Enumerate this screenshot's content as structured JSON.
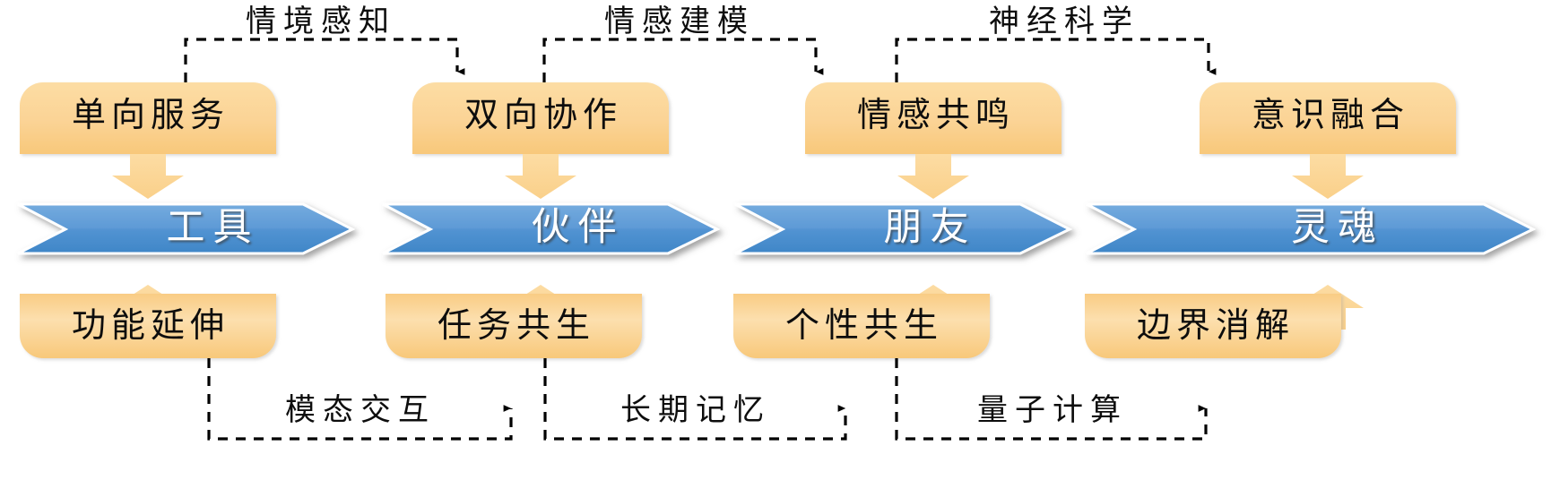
{
  "diagram": {
    "type": "stage-progression-flow",
    "background_color": "#ffffff",
    "palette": {
      "box_fill_light": "#fbd89a",
      "box_fill_dark": "#f8c97a",
      "arrow_fill": "#fbd28a",
      "chevron_top": "#6fa8dc",
      "chevron_bottom": "#3d85c8",
      "chevron_edge": "#ffffff",
      "connector_line": "#000000",
      "label_text": "#0d0d0d",
      "chevron_text": "#ffffff"
    },
    "stages": [
      {
        "id": "stage-1",
        "top_box_label": "单向服务",
        "chevron_label": "工具",
        "bottom_box_label": "功能延伸"
      },
      {
        "id": "stage-2",
        "top_box_label": "双向协作",
        "chevron_label": "伙伴",
        "bottom_box_label": "任务共生"
      },
      {
        "id": "stage-3",
        "top_box_label": "情感共鸣",
        "chevron_label": "朋友",
        "bottom_box_label": "个性共生"
      },
      {
        "id": "stage-4",
        "top_box_label": "意识融合",
        "chevron_label": "灵魂",
        "bottom_box_label": "边界消解"
      }
    ],
    "top_connectors": [
      {
        "id": "top-conn-1",
        "label": "情境感知",
        "from_stage": 1,
        "to_stage": 2
      },
      {
        "id": "top-conn-2",
        "label": "情感建模",
        "from_stage": 2,
        "to_stage": 3
      },
      {
        "id": "top-conn-3",
        "label": "神经科学",
        "from_stage": 3,
        "to_stage": 4
      }
    ],
    "bottom_connectors": [
      {
        "id": "bottom-conn-1",
        "label": "模态交互",
        "from_stage": 1,
        "to_stage": 2
      },
      {
        "id": "bottom-conn-2",
        "label": "长期记忆",
        "from_stage": 2,
        "to_stage": 3
      },
      {
        "id": "bottom-conn-3",
        "label": "量子计算",
        "from_stage": 3,
        "to_stage": 4
      }
    ]
  }
}
